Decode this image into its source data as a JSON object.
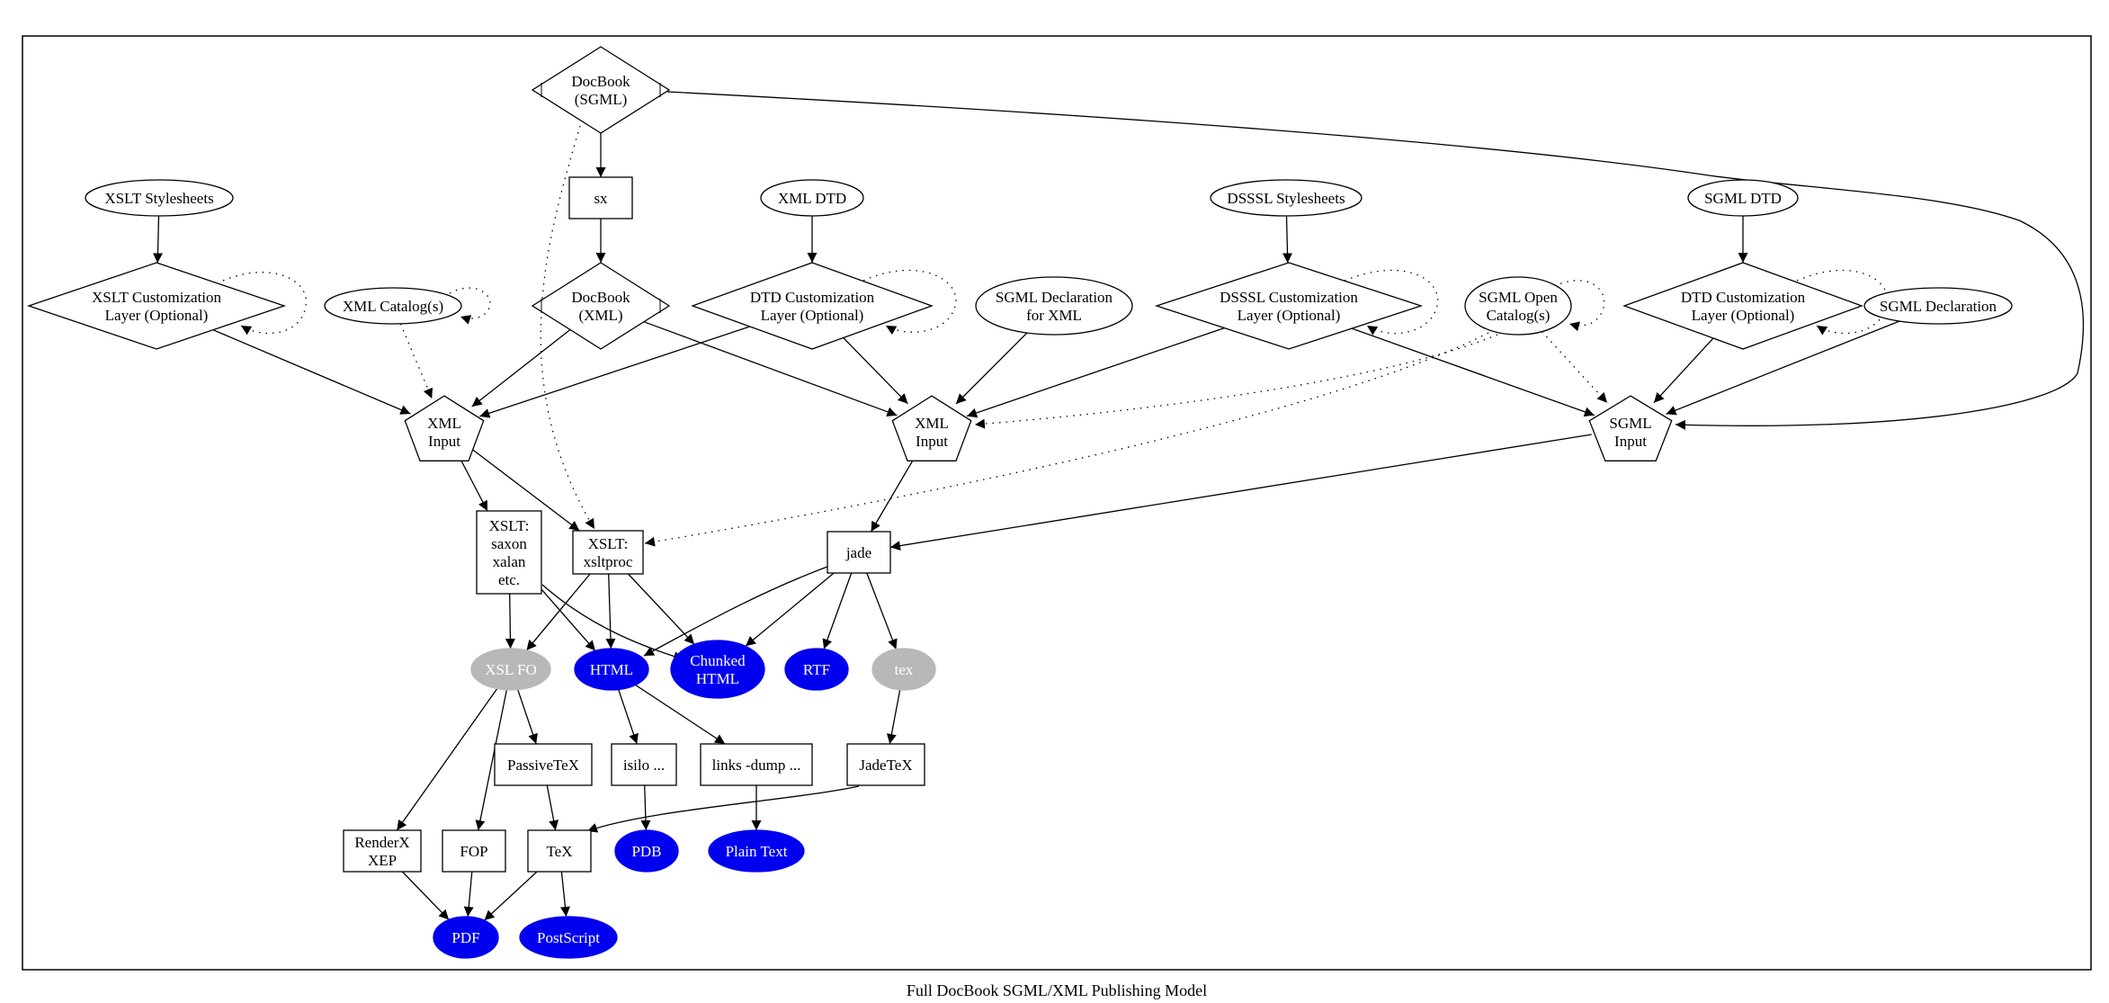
{
  "caption": "Full DocBook SGML/XML Publishing Model",
  "colors": {
    "output_fill": "#0000ee",
    "intermediate_fill": "#b8b8b8",
    "line": "#000000",
    "background": "#ffffff"
  },
  "nodes": [
    {
      "id": "docbook_sgml",
      "shape": "diamond",
      "label": [
        "DocBook",
        "(SGML)"
      ]
    },
    {
      "id": "sx",
      "shape": "box",
      "label": [
        "sx"
      ]
    },
    {
      "id": "xslt_stylesheets",
      "shape": "ellipse",
      "label": [
        "XSLT Stylesheets"
      ]
    },
    {
      "id": "xml_dtd",
      "shape": "ellipse",
      "label": [
        "XML DTD"
      ]
    },
    {
      "id": "dsssl_stylesheets",
      "shape": "ellipse",
      "label": [
        "DSSSL Stylesheets"
      ]
    },
    {
      "id": "sgml_dtd",
      "shape": "ellipse",
      "label": [
        "SGML DTD"
      ]
    },
    {
      "id": "xslt_custom",
      "shape": "diamond",
      "label": [
        "XSLT Customization",
        "Layer (Optional)"
      ]
    },
    {
      "id": "xml_catalogs",
      "shape": "ellipse",
      "label": [
        "XML Catalog(s)"
      ]
    },
    {
      "id": "docbook_xml",
      "shape": "diamond",
      "label": [
        "DocBook",
        "(XML)"
      ]
    },
    {
      "id": "dtd_custom_xml",
      "shape": "diamond",
      "label": [
        "DTD Customization",
        "Layer (Optional)"
      ]
    },
    {
      "id": "sgml_decl_xml",
      "shape": "ellipse",
      "label": [
        "SGML Declaration",
        "for XML"
      ]
    },
    {
      "id": "dsssl_custom",
      "shape": "diamond",
      "label": [
        "DSSSL Customization",
        "Layer (Optional)"
      ]
    },
    {
      "id": "sgml_open_catalogs",
      "shape": "ellipse",
      "label": [
        "SGML Open",
        "Catalog(s)"
      ]
    },
    {
      "id": "dtd_custom_sgml",
      "shape": "diamond",
      "label": [
        "DTD Customization",
        "Layer (Optional)"
      ]
    },
    {
      "id": "sgml_declaration",
      "shape": "ellipse",
      "label": [
        "SGML Declaration"
      ]
    },
    {
      "id": "xml_input_1",
      "shape": "pentagon",
      "label": [
        "XML",
        "Input"
      ]
    },
    {
      "id": "xml_input_2",
      "shape": "pentagon",
      "label": [
        "XML",
        "Input"
      ]
    },
    {
      "id": "sgml_input",
      "shape": "pentagon",
      "label": [
        "SGML",
        "Input"
      ]
    },
    {
      "id": "xslt_saxon",
      "shape": "box",
      "label": [
        "XSLT:",
        "saxon",
        "xalan",
        "etc."
      ]
    },
    {
      "id": "xslt_xsltproc",
      "shape": "box",
      "label": [
        "XSLT:",
        "xsltproc"
      ]
    },
    {
      "id": "jade",
      "shape": "box",
      "label": [
        "jade"
      ]
    },
    {
      "id": "xsl_fo",
      "shape": "ellipse",
      "style": "intermediate",
      "label": [
        "XSL FO"
      ]
    },
    {
      "id": "html",
      "shape": "ellipse",
      "style": "output",
      "label": [
        "HTML"
      ]
    },
    {
      "id": "chunked_html",
      "shape": "ellipse",
      "style": "output",
      "label": [
        "Chunked",
        "HTML"
      ]
    },
    {
      "id": "rtf",
      "shape": "ellipse",
      "style": "output",
      "label": [
        "RTF"
      ]
    },
    {
      "id": "tex_fmt",
      "shape": "ellipse",
      "style": "intermediate",
      "label": [
        "tex"
      ]
    },
    {
      "id": "passivetex",
      "shape": "box",
      "label": [
        "PassiveTeX"
      ]
    },
    {
      "id": "isilo",
      "shape": "box",
      "label": [
        "isilo ..."
      ]
    },
    {
      "id": "links_dump",
      "shape": "box",
      "label": [
        "links -dump ..."
      ]
    },
    {
      "id": "jadetex",
      "shape": "box",
      "label": [
        "JadeTeX"
      ]
    },
    {
      "id": "renderx",
      "shape": "box",
      "label": [
        "RenderX",
        "XEP"
      ]
    },
    {
      "id": "fop",
      "shape": "box",
      "label": [
        "FOP"
      ]
    },
    {
      "id": "tex",
      "shape": "box",
      "label": [
        "TeX"
      ]
    },
    {
      "id": "pdb",
      "shape": "ellipse",
      "style": "output",
      "label": [
        "PDB"
      ]
    },
    {
      "id": "plain_text",
      "shape": "ellipse",
      "style": "output",
      "label": [
        "Plain Text"
      ]
    },
    {
      "id": "pdf",
      "shape": "ellipse",
      "style": "output",
      "label": [
        "PDF"
      ]
    },
    {
      "id": "postscript",
      "shape": "ellipse",
      "style": "output",
      "label": [
        "PostScript"
      ]
    }
  ],
  "edges": [
    {
      "from": "docbook_sgml",
      "to": "sx",
      "style": "solid"
    },
    {
      "from": "sx",
      "to": "docbook_xml",
      "style": "solid"
    },
    {
      "from": "docbook_sgml",
      "to": "sgml_input",
      "style": "solid"
    },
    {
      "from": "docbook_sgml",
      "to": "xslt_xsltproc",
      "style": "dotted"
    },
    {
      "from": "xslt_stylesheets",
      "to": "xslt_custom",
      "style": "solid"
    },
    {
      "from": "xml_dtd",
      "to": "dtd_custom_xml",
      "style": "solid"
    },
    {
      "from": "dsssl_stylesheets",
      "to": "dsssl_custom",
      "style": "solid"
    },
    {
      "from": "sgml_dtd",
      "to": "dtd_custom_sgml",
      "style": "solid"
    },
    {
      "from": "xslt_custom",
      "to": "xslt_custom",
      "style": "dotted"
    },
    {
      "from": "xml_catalogs",
      "to": "xml_catalogs",
      "style": "dotted"
    },
    {
      "from": "dtd_custom_xml",
      "to": "dtd_custom_xml",
      "style": "dotted"
    },
    {
      "from": "dsssl_custom",
      "to": "dsssl_custom",
      "style": "dotted"
    },
    {
      "from": "sgml_open_catalogs",
      "to": "sgml_open_catalogs",
      "style": "dotted"
    },
    {
      "from": "dtd_custom_sgml",
      "to": "dtd_custom_sgml",
      "style": "dotted"
    },
    {
      "from": "xslt_custom",
      "to": "xml_input_1",
      "style": "solid"
    },
    {
      "from": "xml_catalogs",
      "to": "xml_input_1",
      "style": "dotted"
    },
    {
      "from": "docbook_xml",
      "to": "xml_input_1",
      "style": "solid"
    },
    {
      "from": "dtd_custom_xml",
      "to": "xml_input_1",
      "style": "solid"
    },
    {
      "from": "docbook_xml",
      "to": "xml_input_2",
      "style": "solid"
    },
    {
      "from": "dtd_custom_xml",
      "to": "xml_input_2",
      "style": "solid"
    },
    {
      "from": "sgml_decl_xml",
      "to": "xml_input_2",
      "style": "solid"
    },
    {
      "from": "dsssl_custom",
      "to": "xml_input_2",
      "style": "solid"
    },
    {
      "from": "sgml_open_catalogs",
      "to": "xml_input_2",
      "style": "dotted"
    },
    {
      "from": "dsssl_custom",
      "to": "sgml_input",
      "style": "solid"
    },
    {
      "from": "sgml_open_catalogs",
      "to": "sgml_input",
      "style": "dotted"
    },
    {
      "from": "dtd_custom_sgml",
      "to": "sgml_input",
      "style": "solid"
    },
    {
      "from": "sgml_declaration",
      "to": "sgml_input",
      "style": "solid"
    },
    {
      "from": "sgml_open_catalogs",
      "to": "xslt_xsltproc",
      "style": "dotted"
    },
    {
      "from": "xml_input_1",
      "to": "xslt_saxon",
      "style": "solid"
    },
    {
      "from": "xml_input_1",
      "to": "xslt_xsltproc",
      "style": "solid"
    },
    {
      "from": "xml_input_2",
      "to": "jade",
      "style": "solid"
    },
    {
      "from": "sgml_input",
      "to": "jade",
      "style": "solid"
    },
    {
      "from": "xslt_saxon",
      "to": "xsl_fo",
      "style": "solid"
    },
    {
      "from": "xslt_saxon",
      "to": "html",
      "style": "solid"
    },
    {
      "from": "xslt_saxon",
      "to": "chunked_html",
      "style": "solid"
    },
    {
      "from": "xslt_xsltproc",
      "to": "xsl_fo",
      "style": "solid"
    },
    {
      "from": "xslt_xsltproc",
      "to": "html",
      "style": "solid"
    },
    {
      "from": "xslt_xsltproc",
      "to": "chunked_html",
      "style": "solid"
    },
    {
      "from": "jade",
      "to": "html",
      "style": "solid"
    },
    {
      "from": "jade",
      "to": "chunked_html",
      "style": "solid"
    },
    {
      "from": "jade",
      "to": "rtf",
      "style": "solid"
    },
    {
      "from": "jade",
      "to": "tex_fmt",
      "style": "solid"
    },
    {
      "from": "xsl_fo",
      "to": "renderx",
      "style": "solid"
    },
    {
      "from": "xsl_fo",
      "to": "fop",
      "style": "solid"
    },
    {
      "from": "xsl_fo",
      "to": "passivetex",
      "style": "solid"
    },
    {
      "from": "html",
      "to": "isilo",
      "style": "solid"
    },
    {
      "from": "html",
      "to": "links_dump",
      "style": "solid"
    },
    {
      "from": "tex_fmt",
      "to": "jadetex",
      "style": "solid"
    },
    {
      "from": "passivetex",
      "to": "tex",
      "style": "solid"
    },
    {
      "from": "jadetex",
      "to": "tex",
      "style": "solid"
    },
    {
      "from": "isilo",
      "to": "pdb",
      "style": "solid"
    },
    {
      "from": "links_dump",
      "to": "plain_text",
      "style": "solid"
    },
    {
      "from": "renderx",
      "to": "pdf",
      "style": "solid"
    },
    {
      "from": "fop",
      "to": "pdf",
      "style": "solid"
    },
    {
      "from": "tex",
      "to": "pdf",
      "style": "solid"
    },
    {
      "from": "tex",
      "to": "postscript",
      "style": "solid"
    }
  ]
}
